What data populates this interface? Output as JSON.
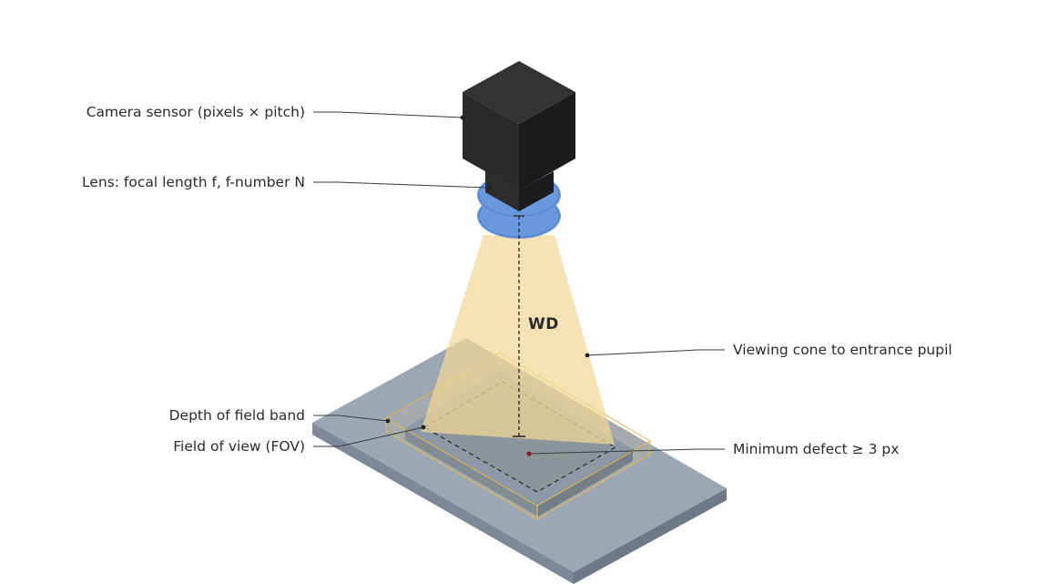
{
  "diagram": {
    "working_distance_label": "WD",
    "callouts": {
      "camera_sensor": "Camera sensor (pixels × pitch)",
      "lens": "Lens: focal length f, f-number N",
      "viewing_cone": "Viewing cone to entrance pupil",
      "depth_of_field": "Depth of field band",
      "field_of_view": "Field of view (FOV)",
      "minimum_defect": "Minimum defect ≥ 3 px"
    },
    "colors": {
      "camera_body": "#222222",
      "lens_rings": "#6a98dc",
      "viewing_cone": "#f3d797",
      "stage_plate": "#9aa6b2",
      "part_block": "#7f93ac",
      "defect_dot": "#8b1a1a",
      "leader_lines": "#333333"
    }
  }
}
